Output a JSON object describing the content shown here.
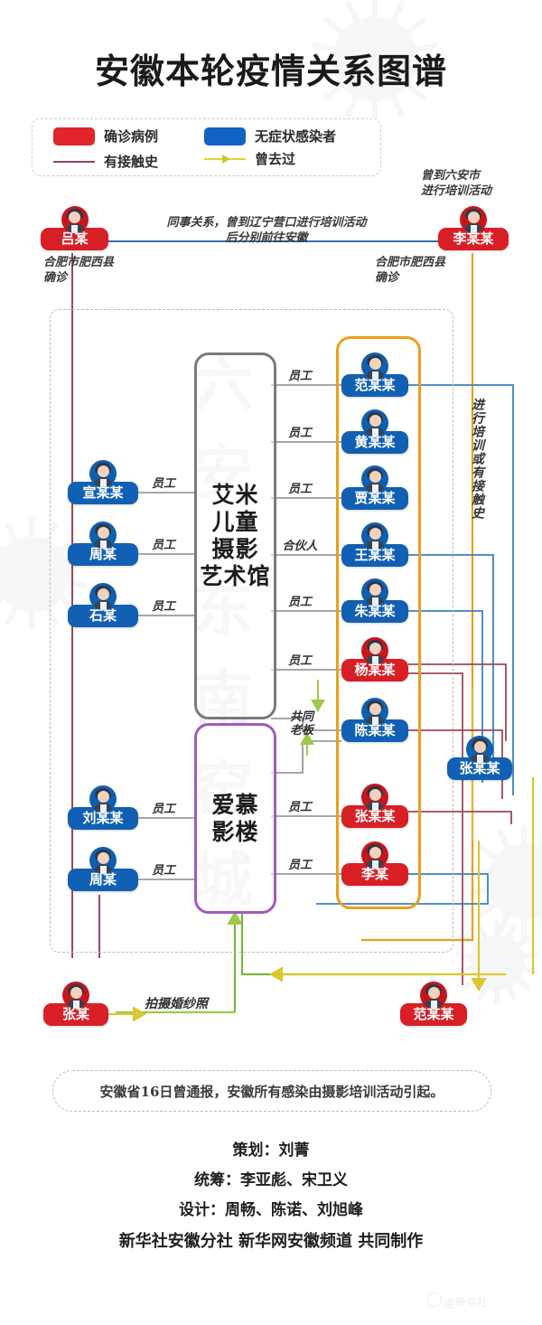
{
  "title": "安徽本轮疫情关系图谱",
  "legend": {
    "confirmed_label": "确诊病例",
    "asymptomatic_label": "无症状感染者",
    "contact_label": "有接触史",
    "visited_label": "曾去过",
    "confirmed_color": "#e0262b",
    "asymptomatic_color": "#0e63c3",
    "contact_color": "#8a4a55",
    "visited_color": "#d8d836"
  },
  "watermark": {
    "chars": [
      "六",
      "安",
      "东",
      "南",
      "窑",
      "城"
    ],
    "weibo": "@新华社"
  },
  "top": {
    "left_node": {
      "name": "吕某",
      "type": "confirmed",
      "caption": "合肥市肥西县\n确诊"
    },
    "right_node": {
      "name": "李某某",
      "type": "confirmed",
      "caption": "合肥市肥西县\n确诊"
    },
    "middle_label": "同事关系，曾到辽宁营口进行培训活动\n后分别前往安徽",
    "right_top_label": "曾到六安市\n进行培训活动"
  },
  "organizations": [
    {
      "id": "org-amy",
      "name": "艾米\n儿童\n摄影\n艺术馆",
      "border_color": "#7a7a7a"
    },
    {
      "id": "org-aimu",
      "name": "爱慕\n影楼",
      "border_color": "#a05bbd"
    }
  ],
  "left_nodes": [
    {
      "name": "宣某某",
      "type": "asymptomatic",
      "relation": "员工",
      "org": "org-amy"
    },
    {
      "name": "周某",
      "type": "asymptomatic",
      "relation": "员工",
      "org": "org-amy"
    },
    {
      "name": "石某",
      "type": "asymptomatic",
      "relation": "员工",
      "org": "org-amy"
    },
    {
      "name": "刘某某",
      "type": "asymptomatic",
      "relation": "员工",
      "org": "org-aimu"
    },
    {
      "name": "周某",
      "type": "asymptomatic",
      "relation": "员工",
      "org": "org-aimu"
    }
  ],
  "right_nodes": [
    {
      "name": "范某某",
      "type": "asymptomatic",
      "relation": "员工",
      "org": "org-amy"
    },
    {
      "name": "黄某某",
      "type": "asymptomatic",
      "relation": "员工",
      "org": "org-amy"
    },
    {
      "name": "贾某某",
      "type": "asymptomatic",
      "relation": "员工",
      "org": "org-amy"
    },
    {
      "name": "王某某",
      "type": "asymptomatic",
      "relation": "合伙人",
      "org": "org-amy"
    },
    {
      "name": "朱某某",
      "type": "asymptomatic",
      "relation": "员工",
      "org": "org-amy"
    },
    {
      "name": "杨某某",
      "type": "confirmed",
      "relation": "员工",
      "org": "org-amy"
    },
    {
      "name": "陈某某",
      "type": "asymptomatic",
      "relation": "共同\n老板",
      "org": "both"
    },
    {
      "name": "张某某",
      "type": "confirmed",
      "relation": "员工",
      "org": "org-aimu"
    },
    {
      "name": "李某",
      "type": "confirmed",
      "relation": "员工",
      "org": "org-aimu"
    }
  ],
  "side_nodes": [
    {
      "name": "张某某",
      "type": "asymptomatic"
    }
  ],
  "bottom_nodes": [
    {
      "name": "张某",
      "type": "confirmed",
      "relation": "拍摄婚纱照"
    },
    {
      "name": "范某某",
      "type": "confirmed",
      "relation": ""
    }
  ],
  "right_vertical_label": "进行培训或有接触史",
  "note": "安徽省16日曾通报，安徽所有感染由摄影培训活动引起。",
  "credits": {
    "line1": "策划：刘菁",
    "line2": "统筹：李亚彪、宋卫义",
    "line3": "设计：周畅、陈诺、刘旭峰",
    "line4": "新华社安徽分社  新华网安徽频道  共同制作"
  }
}
